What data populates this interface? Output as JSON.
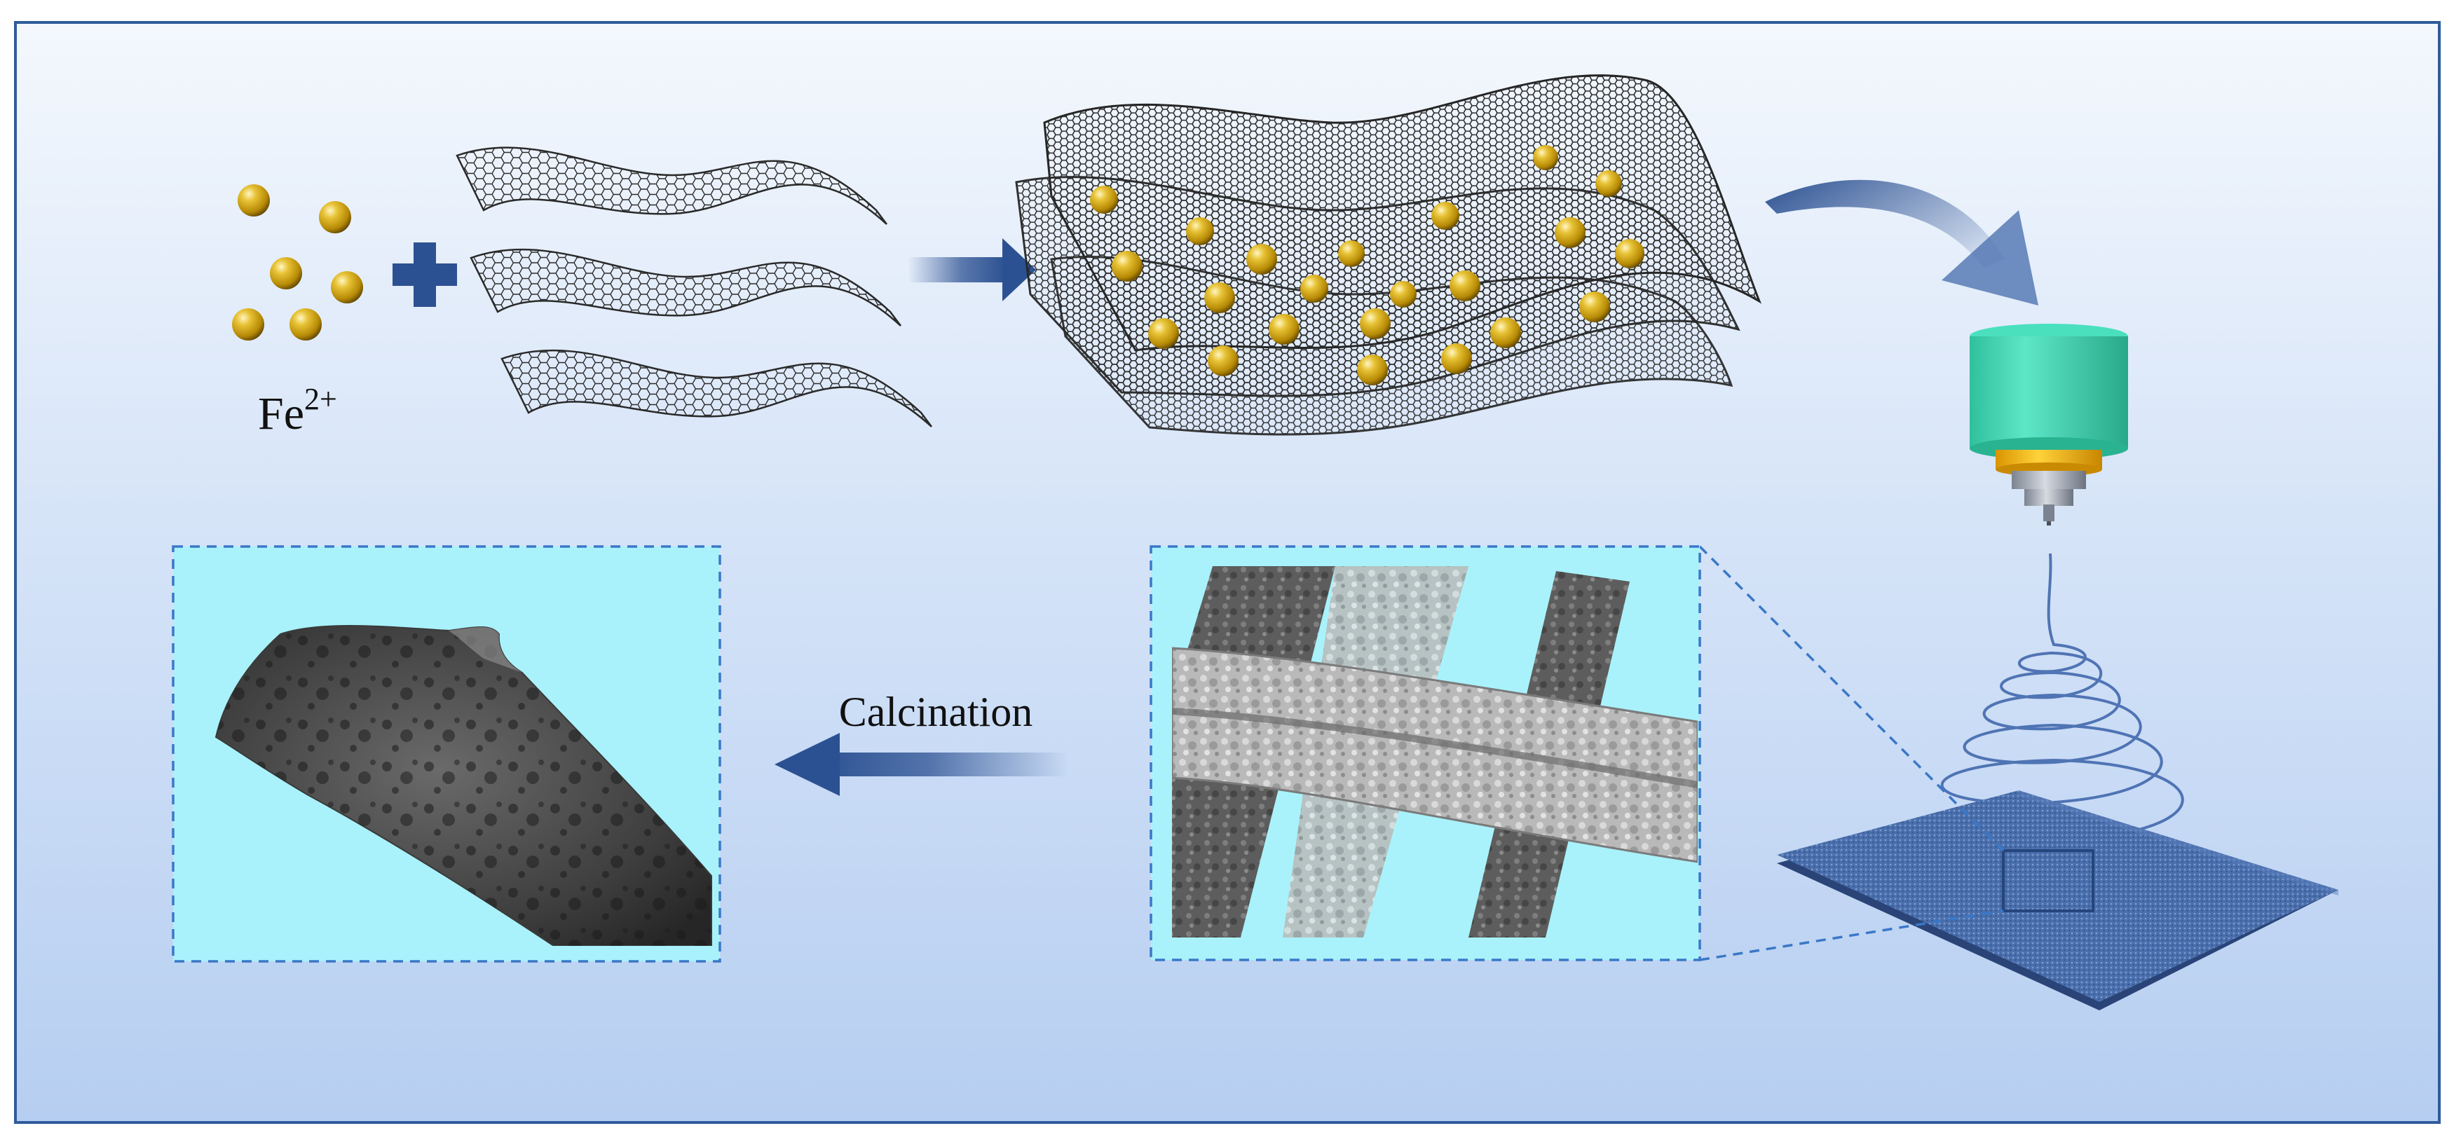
{
  "labels": {
    "ion": "Fe",
    "ion_charge": "2+",
    "step_label": "Calcination"
  },
  "colors": {
    "background_top": "#f4f8fd",
    "background_bottom": "#b6cef1",
    "frame": "#2f5c9b",
    "arrow": "#2c5192",
    "sphere": "#c89b10",
    "nozzle_body": "#3fd6b1",
    "nozzle_ring": "#f1b100",
    "mat": "#466ba8",
    "dashed_box": "#3a78c8",
    "inset_bg": "#a9f2fb"
  },
  "icons": [
    "fe-ion-sphere-icon",
    "plus-icon",
    "graphene-sheet-icon",
    "process-arrow-icon",
    "electrospinning-nozzle-icon",
    "fiber-mat-icon"
  ]
}
